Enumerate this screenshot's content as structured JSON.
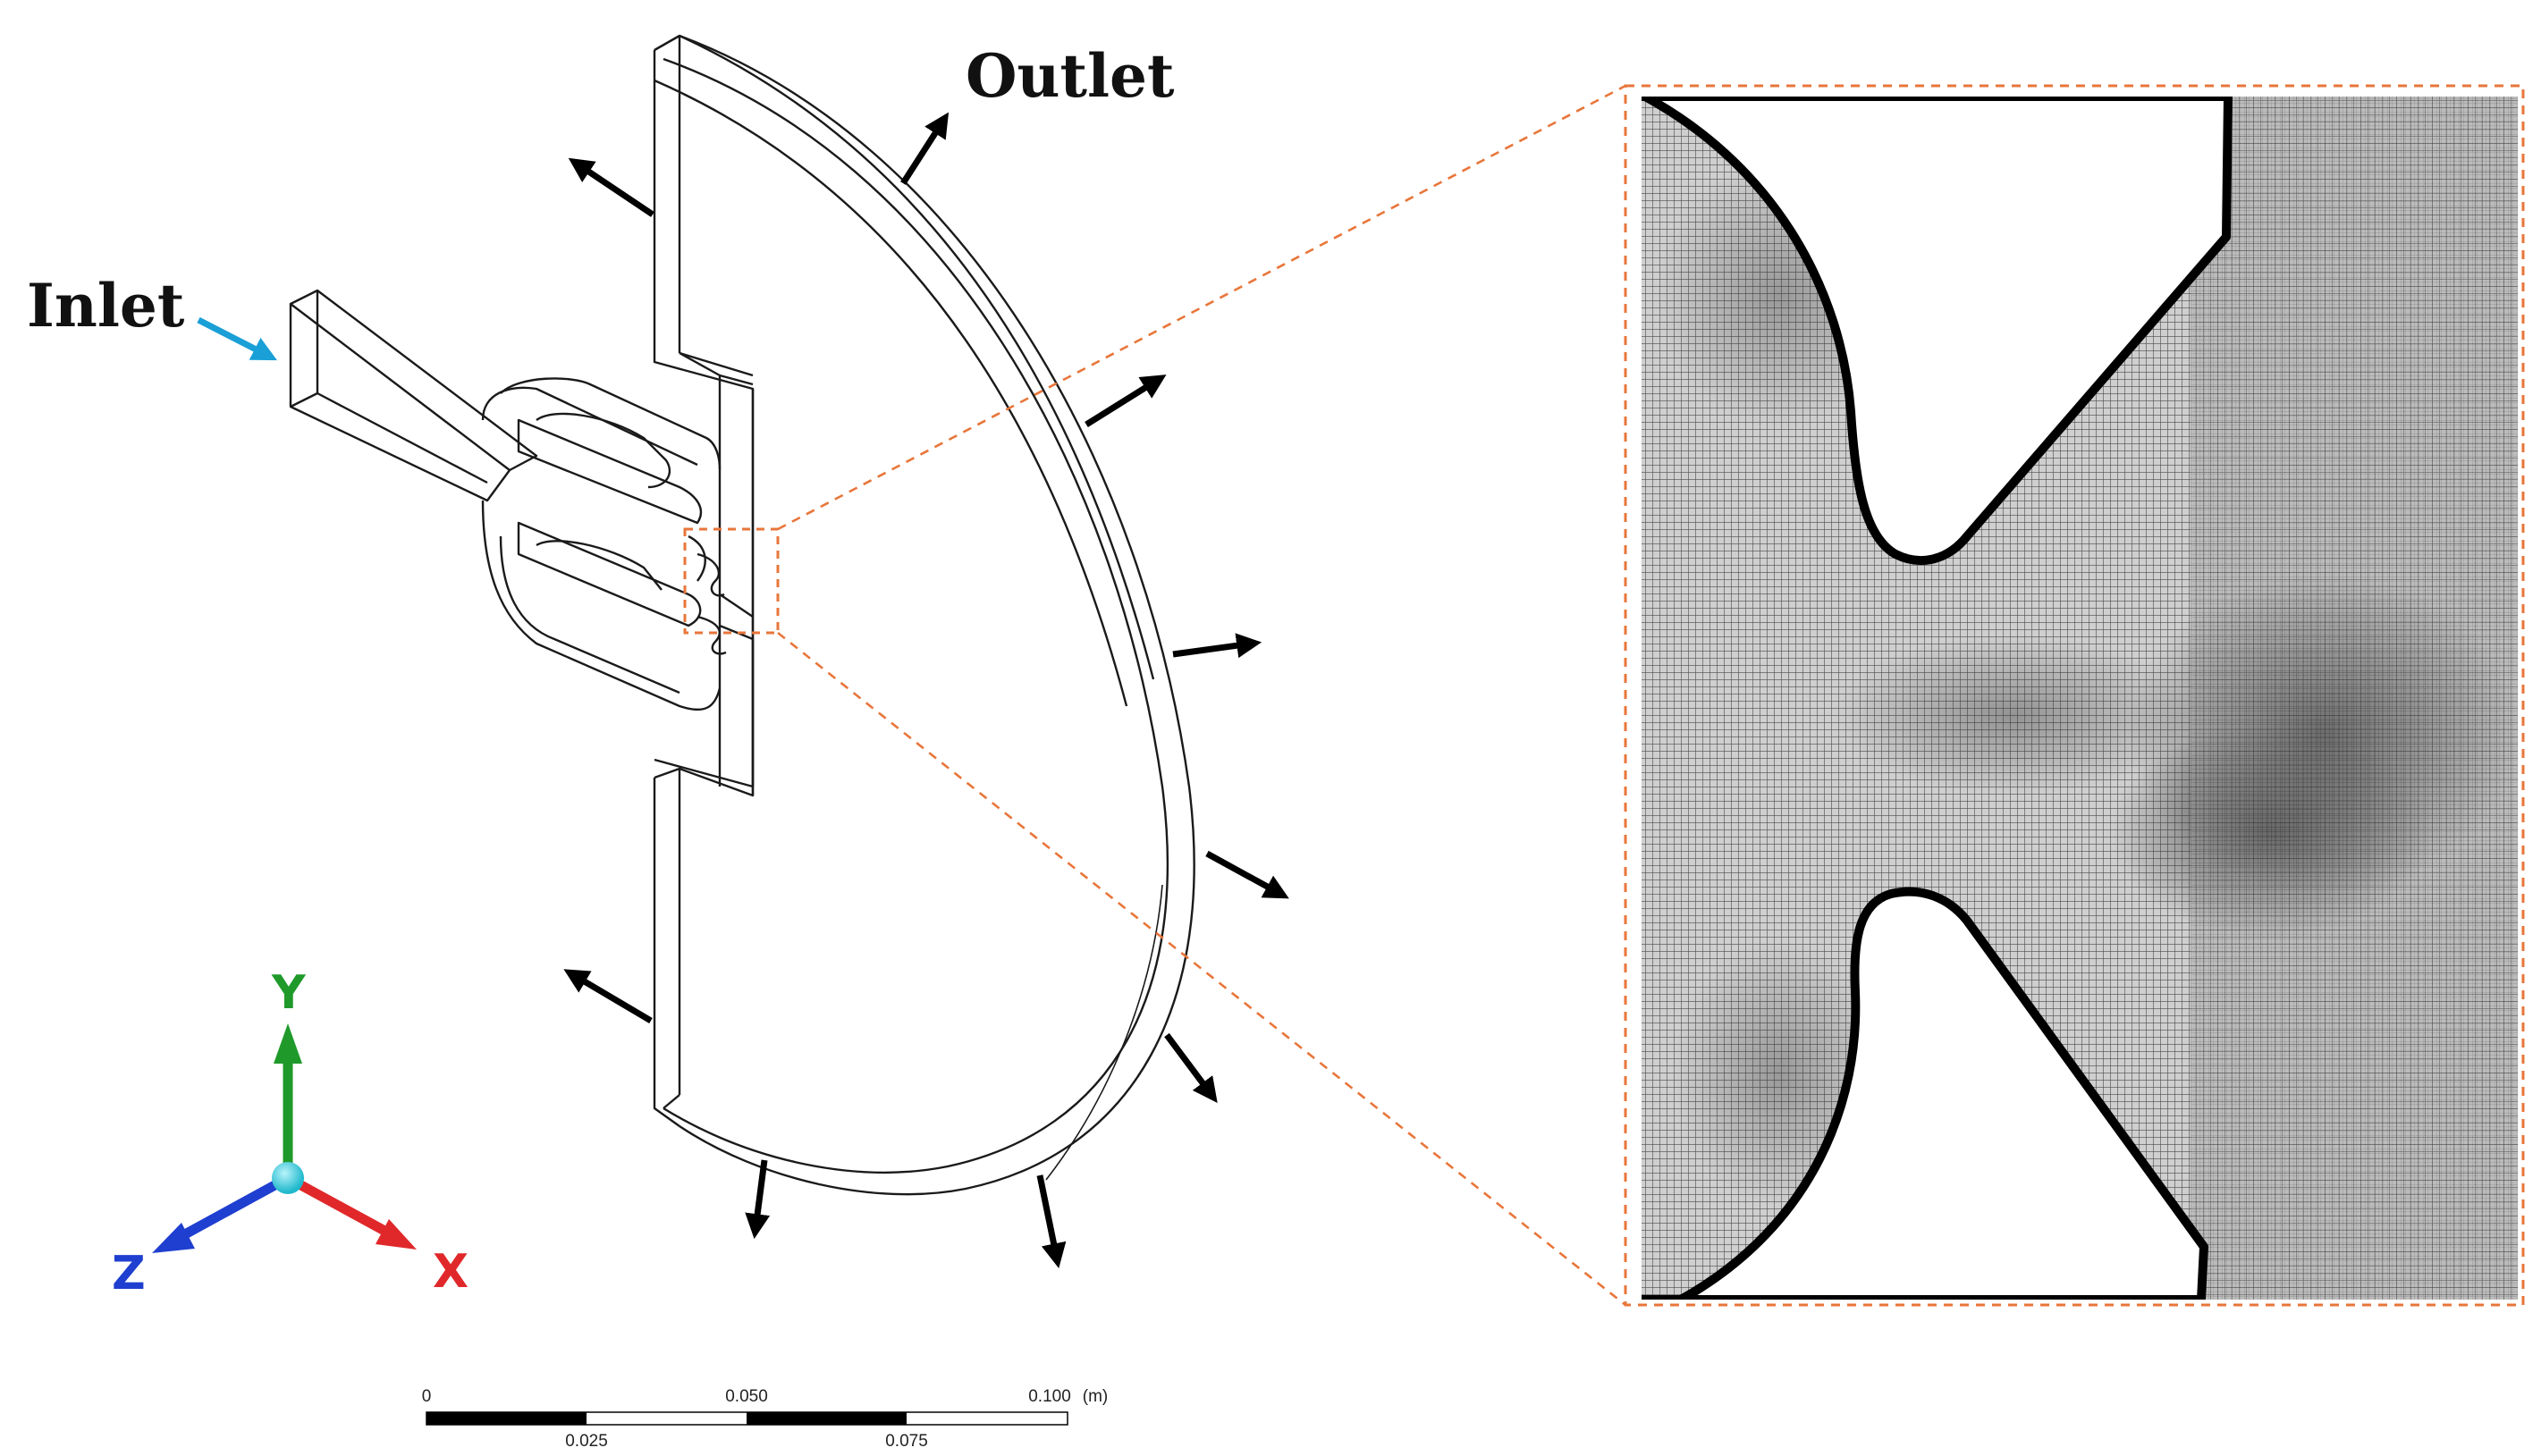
{
  "labels": {
    "inlet": "Inlet",
    "outlet": "Outlet"
  },
  "triad": {
    "x": "X",
    "y": "Y",
    "z": "Z",
    "colors": {
      "x": "#e0282a",
      "y": "#1f9a2a",
      "z": "#1f3fd0",
      "origin": "#33d6e6"
    }
  },
  "scale_bar": {
    "top_ticks": [
      "0",
      "0.050",
      "0.100"
    ],
    "bottom_ticks": [
      "0.025",
      "0.075"
    ],
    "unit": "(m)"
  },
  "colors": {
    "inlet_arrow": "#1a9fd6",
    "zoom_box": "#e8763a",
    "mesh": "#5c5c5c"
  },
  "icons": {
    "inlet_arrow": "arrow-icon",
    "outlet_arrows": "arrow-icon",
    "triad": "coordinate-axes-icon"
  }
}
